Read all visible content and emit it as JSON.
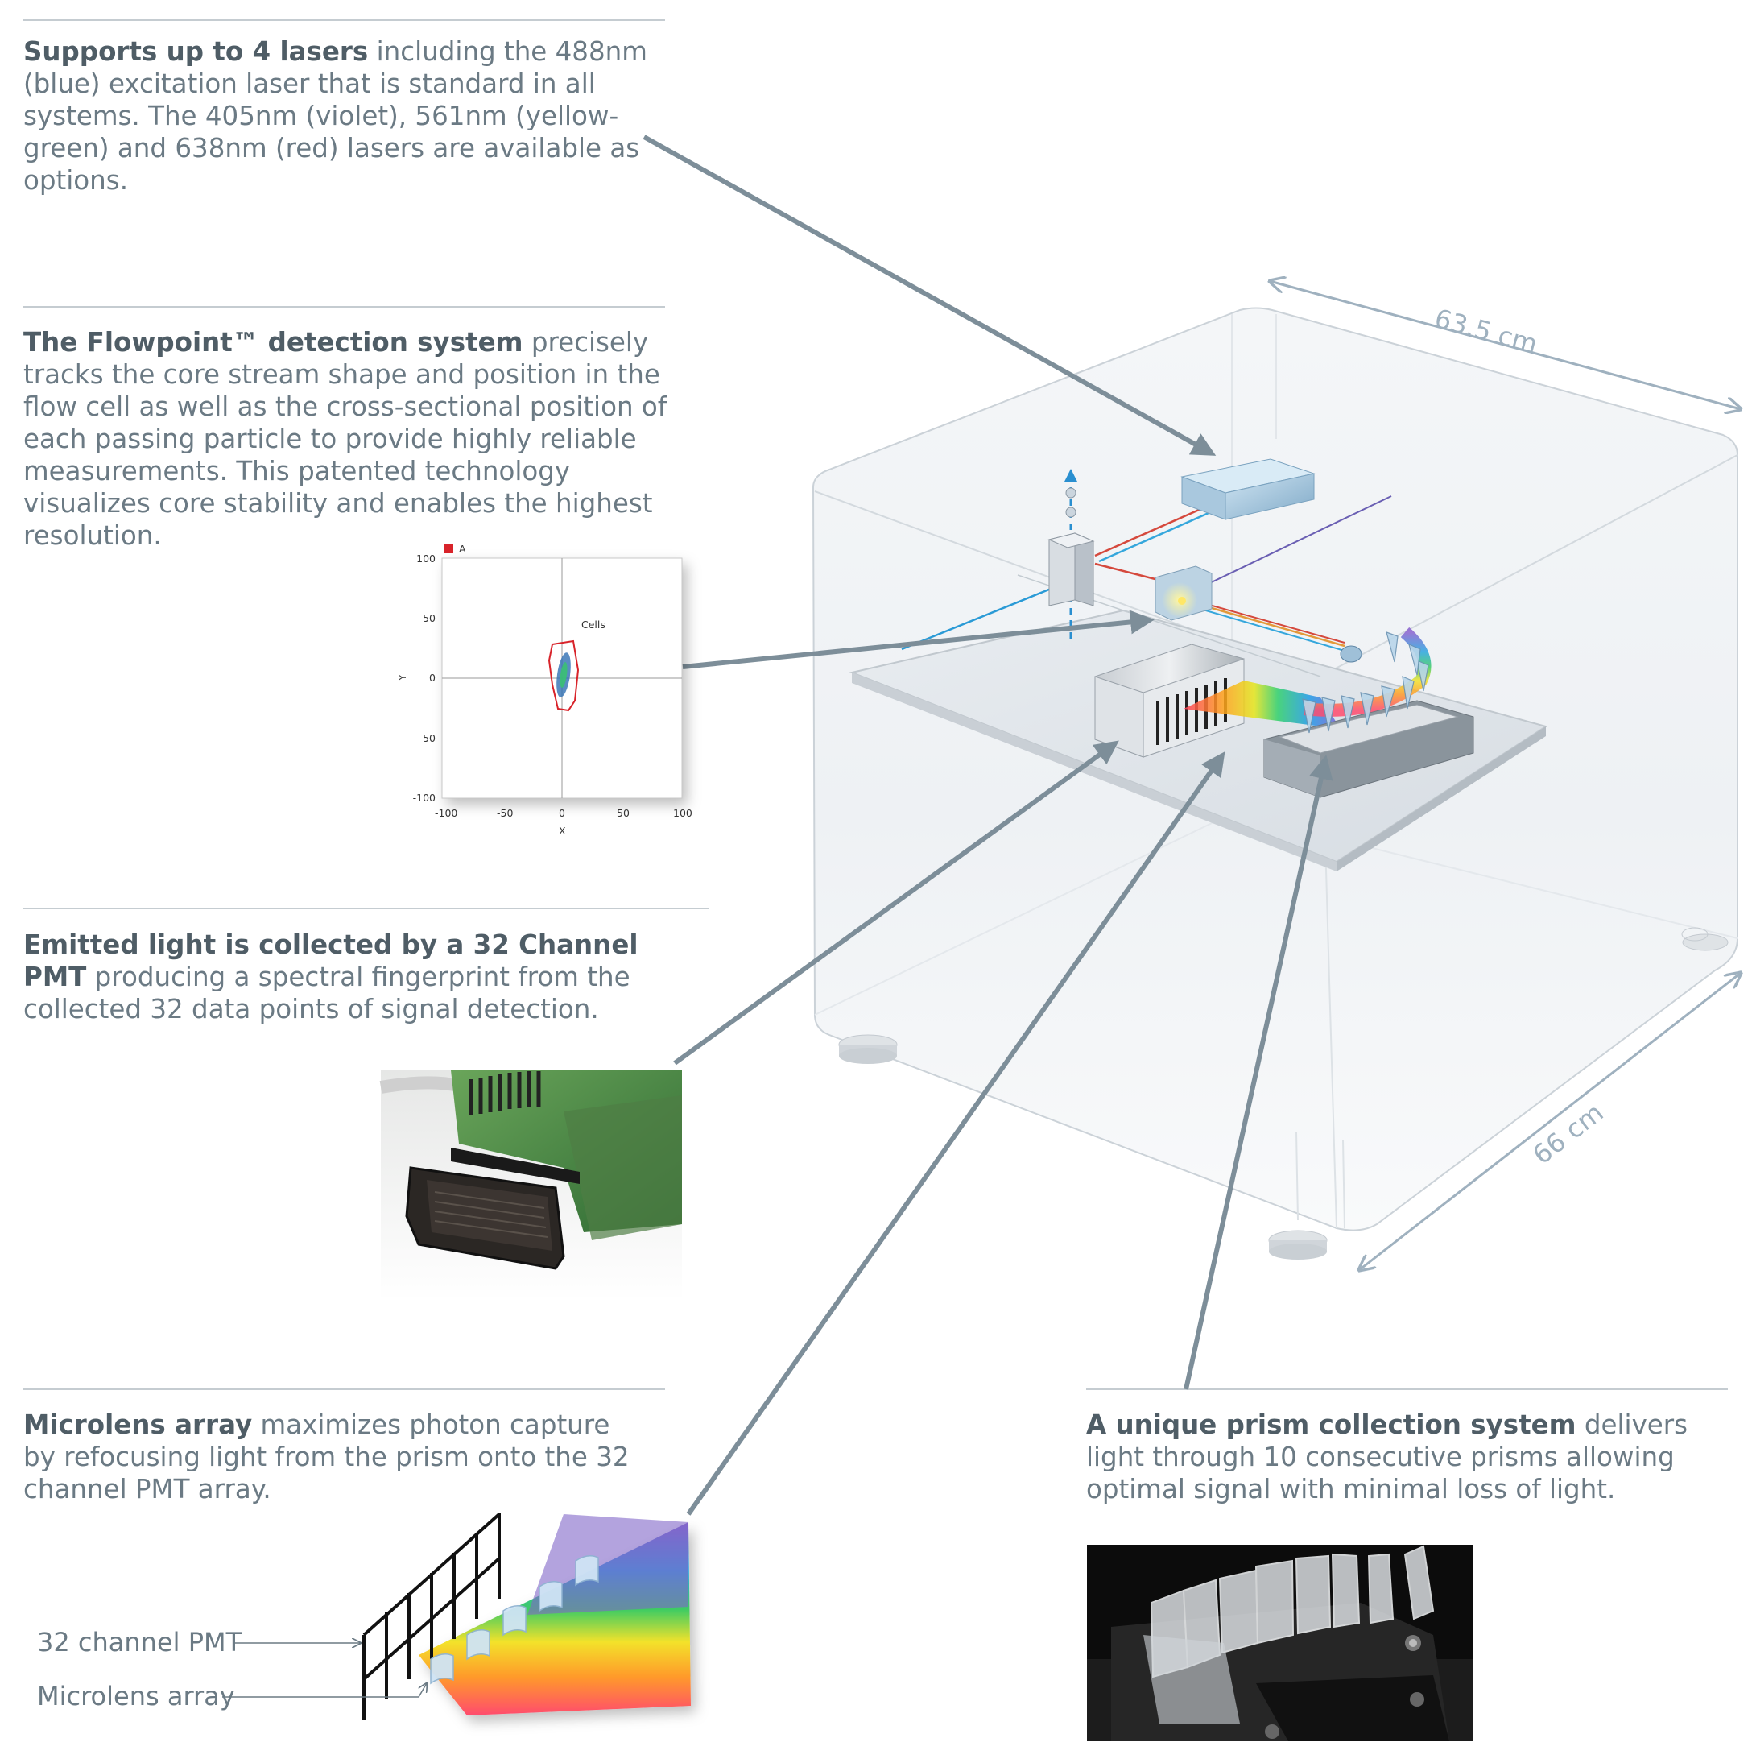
{
  "callouts": {
    "lasers": {
      "bold": "Supports up to 4 lasers",
      "text": " including the 488nm (blue) excitation laser that is standard in all systems. The 405nm (violet), 561nm (yellow-green) and 638nm (red) lasers are available as options."
    },
    "flowpoint": {
      "bold": "The Flowpoint™ detection system",
      "text": " precisely tracks the core stream shape and position in the flow cell as well as the cross-sectional position of each passing particle to provide highly reliable measurements. This patented technology visualizes core stability and enables the highest resolution."
    },
    "pmt": {
      "bold": "Emitted light is collected by a 32 Channel PMT",
      "text": " producing a spectral fingerprint from the collected 32 data points of signal detection."
    },
    "microlens": {
      "bold": "Microlens array",
      "text": " maximizes photon capture by refocusing light from the prism onto the 32 channel PMT array."
    },
    "prism": {
      "bold": "A unique prism collection system",
      "text": " delivers light through 10 consecutive prisms allowing optimal signal with minimal loss of light."
    }
  },
  "dimensions": {
    "width": "63.5 cm",
    "depth": "66 cm"
  },
  "plot": {
    "legend": "A",
    "gate_label": "Cells",
    "xlabel": "X",
    "ylabel": "Y",
    "xticks": [
      "-100",
      "-50",
      "0",
      "50",
      "100"
    ],
    "yticks": [
      "100",
      "50",
      "0",
      "-50",
      "-100"
    ]
  },
  "microlens_figure": {
    "label_pmt": "32 channel PMT",
    "label_lens": "Microlens array"
  },
  "colors": {
    "text": "#6b7a84",
    "bold_text": "#4f5d66",
    "arrow": "#7d8e99",
    "rule": "#c5ccd1",
    "gate": "#d8232a"
  },
  "icons": [
    "arrow-callout",
    "dimension-arrow",
    "laser-box",
    "flow-cell",
    "prism",
    "pmt-detector",
    "microlens",
    "scatter-plot"
  ]
}
